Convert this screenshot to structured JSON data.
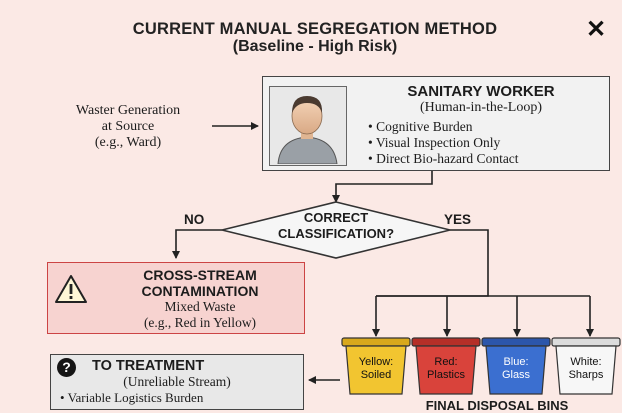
{
  "header": {
    "title": "CURRENT MANUAL SEGREGATION METHOD",
    "subtitle": "(Baseline - High Risk)",
    "close_glyph": "✕"
  },
  "source": {
    "line1": "Waster Generation",
    "line2": "at Source",
    "line3": "(e.g., Ward)"
  },
  "worker": {
    "title": "SANITARY WORKER",
    "subtitle": "(Human-in-the-Loop)",
    "bullets": [
      "Cognitive Burden",
      "Visual Inspection Only",
      "Direct Bio-hazard Contact"
    ],
    "icon": "person-icon"
  },
  "decision": {
    "line1": "CORRECT",
    "line2": "CLASSIFICATION?",
    "no_label": "NO",
    "yes_label": "YES"
  },
  "contamination": {
    "icon": "warning-icon",
    "title1": "CROSS-STREAM",
    "title2": "CONTAMINATION",
    "desc1": "Mixed Waste",
    "desc2": "(e.g., Red in Yellow)",
    "accent": "#c44444"
  },
  "treatment": {
    "icon": "question-icon",
    "icon_glyph": "?",
    "title": "TO TREATMENT",
    "subtitle": "(Unreliable Stream)",
    "bullet": "Variable Logistics Burden"
  },
  "bins": {
    "caption": "FINAL DISPOSAL BINS",
    "items": [
      {
        "line1": "Yellow:",
        "line2": "Soiled",
        "color": "#f2c530"
      },
      {
        "line1": "Red:",
        "line2": "Plastics",
        "color": "#d9433b"
      },
      {
        "line1": "Blue:",
        "line2": "Glass",
        "color": "#3b6fd0"
      },
      {
        "line1": "White:",
        "line2": "Sharps",
        "color": "#f7f7f7"
      }
    ]
  }
}
